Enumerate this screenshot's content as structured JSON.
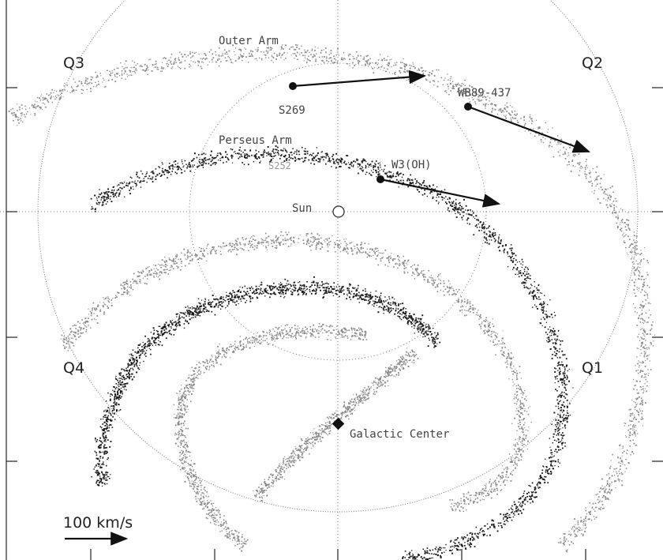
{
  "quadrants": {
    "q1": "Q1",
    "q2": "Q2",
    "q3": "Q3",
    "q4": "Q4"
  },
  "labels": {
    "outer_arm": "Outer Arm",
    "perseus_arm": "Perseus Arm",
    "galactic_center": "Galactic Center",
    "sun": "Sun"
  },
  "sources": {
    "s269": "S269",
    "wb89": "WB89-437",
    "w3oh": "W3(OH)",
    "s252": "S252"
  },
  "scale": {
    "label": "100 km/s"
  },
  "colors": {
    "dark_arm": "#1a1a1a",
    "light_arm": "#8a8a8a",
    "circle": "#777777",
    "axis": "#222222"
  }
}
